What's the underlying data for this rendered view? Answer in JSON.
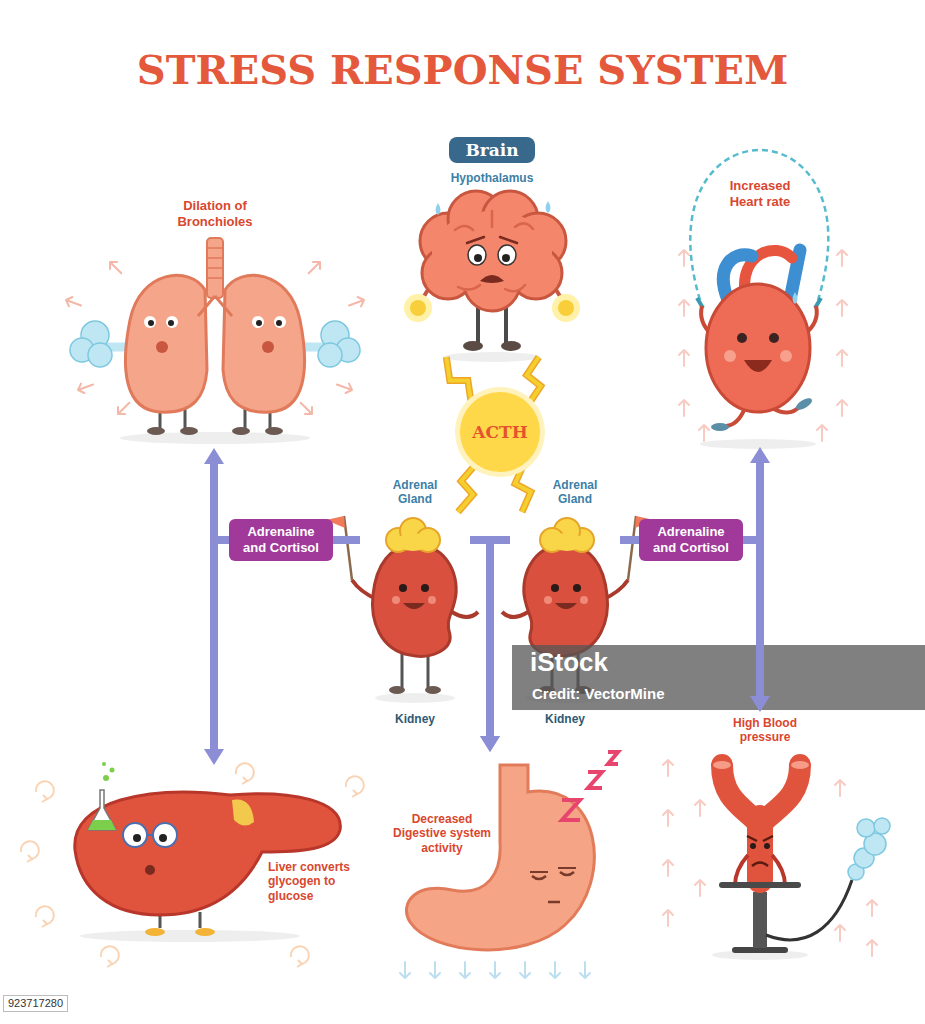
{
  "diagram": {
    "title": "STRESS RESPONSE SYSTEM",
    "nodes": [
      {
        "text": [
          "Brain",
          "Hypothalamus"
        ]
      },
      {
        "text": [
          "Dilation of Bronchioles"
        ]
      },
      {
        "text": [
          "Increased Heart rate"
        ]
      },
      {
        "text": [
          "ACTH"
        ]
      },
      {
        "text": [
          "Adrenaline and Cortisol"
        ]
      },
      {
        "text": [
          "Adrenal Gland",
          "Kidney"
        ]
      },
      {
        "text": [
          "Adrenal Gland",
          "Kidney"
        ]
      },
      {
        "text": [
          "Adrenaline and Cortisol"
        ]
      },
      {
        "text": [
          "Liver converts glycogen to glucose"
        ]
      },
      {
        "text": [
          "Decreased Digestive system activity"
        ]
      },
      {
        "text": [
          "High Blood pressure"
        ]
      }
    ],
    "edges": [
      {
        "from": 0,
        "to": 3,
        "arrow": "none"
      },
      {
        "from": 3,
        "to": 5,
        "arrow": "none"
      },
      {
        "from": 3,
        "to": 6,
        "arrow": "none"
      },
      {
        "from": 5,
        "to": 4,
        "arrow": "none"
      },
      {
        "from": 4,
        "to": 1,
        "arrow": "to"
      },
      {
        "from": 4,
        "to": 8,
        "arrow": "to"
      },
      {
        "from": 6,
        "to": 7,
        "arrow": "none"
      },
      {
        "from": 7,
        "to": 2,
        "arrow": "to"
      },
      {
        "from": 7,
        "to": 10,
        "arrow": "to"
      },
      {
        "from": 5,
        "to": 9,
        "arrow": "to"
      },
      {
        "from": 6,
        "to": 9,
        "arrow": "to"
      }
    ],
    "labels": [
      "iStock",
      "Credit: VectorMine",
      "923717280"
    ]
  }
}
